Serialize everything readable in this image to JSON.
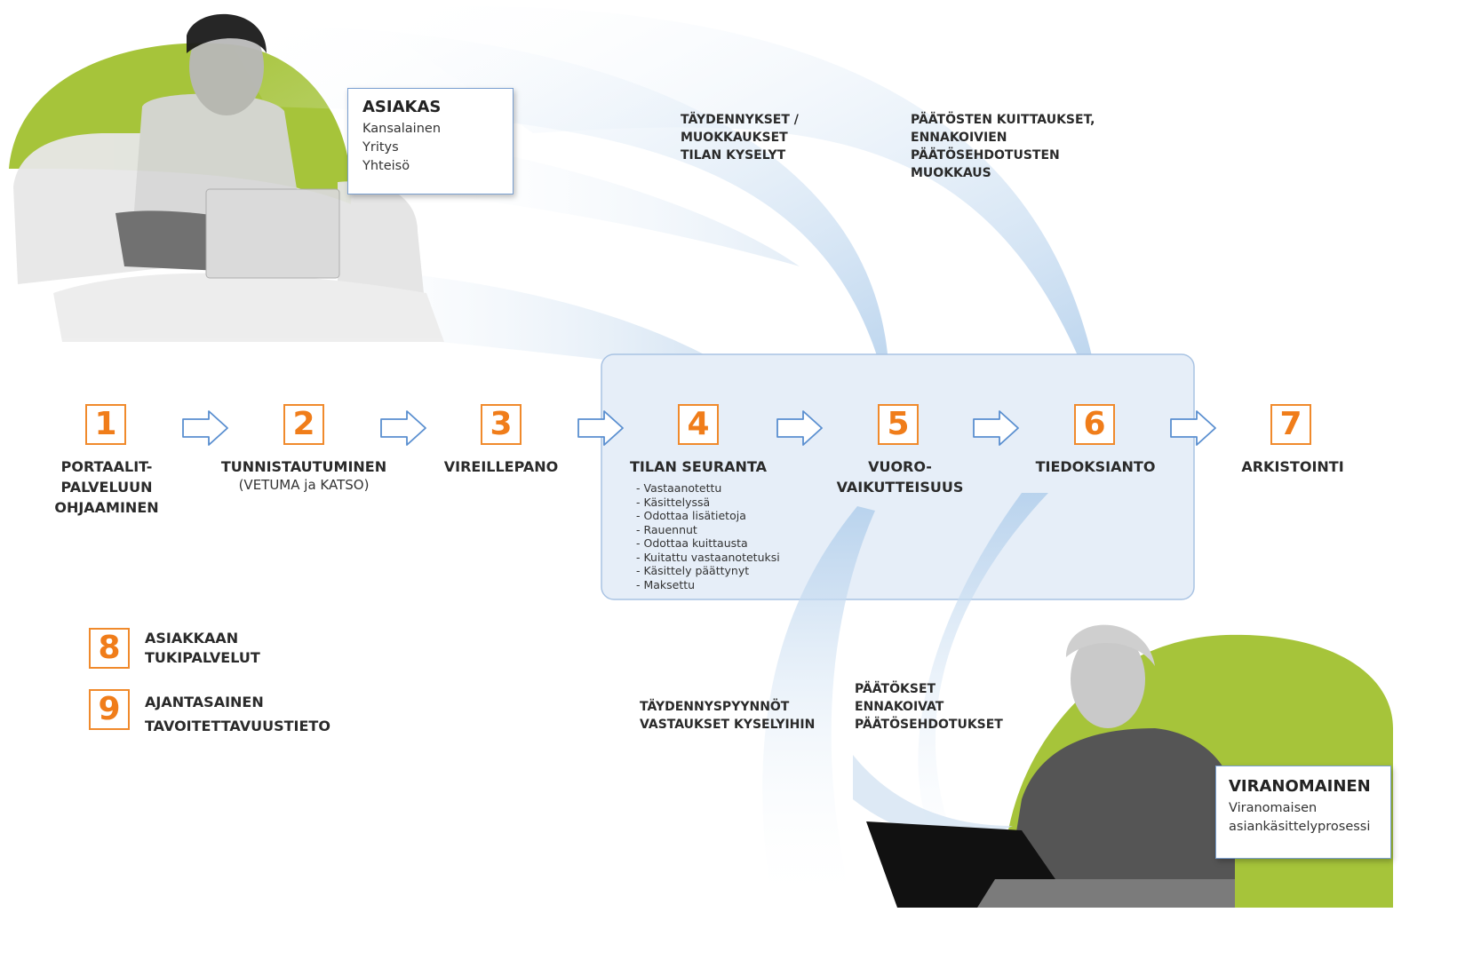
{
  "customer_card": {
    "title": "ASIAKAS",
    "lines": [
      "Kansalainen",
      "Yritys",
      "Yhteisö"
    ]
  },
  "authority_card": {
    "title": "VIRANOMAINEN",
    "lines": [
      "Viranomaisen",
      "asiankäsittelyprosessi"
    ]
  },
  "steps": [
    {
      "number": "1",
      "label": "PORTAALIT-\nPALVELUUN\nOHJAAMINEN",
      "sub": ""
    },
    {
      "number": "2",
      "label": "TUNNISTAUTUMINEN",
      "sub": "(VETUMA ja KATSO)"
    },
    {
      "number": "3",
      "label": "VIREILLEPANO",
      "sub": ""
    },
    {
      "number": "4",
      "label": "TILAN SEURANTA",
      "sub": ""
    },
    {
      "number": "5",
      "label": "VUORO-\nVAIKUTTEISUUS",
      "sub": ""
    },
    {
      "number": "6",
      "label": "TIEDOKSIANTO",
      "sub": ""
    },
    {
      "number": "7",
      "label": "ARKISTOINTI",
      "sub": ""
    }
  ],
  "status_list": [
    "Vastaanotettu",
    "Käsittelyssä",
    "Odottaa lisätietoja",
    "Rauennut",
    "Odottaa kuittausta",
    "Kuitattu vastaanotetuksi",
    "Käsittely päättynyt",
    "Maksettu"
  ],
  "flows": {
    "top_left": "TÄYDENNYKSET /\nMUOKKAUKSET\nTILAN KYSELYT",
    "top_right": "PÄÄTÖSTEN KUITTAUKSET,\nENNAKOIVIEN\nPÄÄTÖSEHDOTUSTEN\nMUOKKAUS",
    "bottom_left": "TÄYDENNYSPYYNNÖT\nVASTAUKSET KYSELYIHIN",
    "bottom_right": "PÄÄTÖKSET\nENNAKOIVAT\nPÄÄTÖSEHDOTUKSET"
  },
  "legend": [
    {
      "number": "8",
      "label": "ASIAKKAAN\nTUKIPALVELUT"
    },
    {
      "number": "9",
      "label": "AJANTASAINEN\nTAVOITETTAVUUSTIETO"
    }
  ],
  "colors": {
    "accent_orange": "#f07d1a",
    "accent_green": "#a6c43a",
    "flow_blue": "#b9d3ec",
    "panel_blue": "#e6eef8"
  }
}
